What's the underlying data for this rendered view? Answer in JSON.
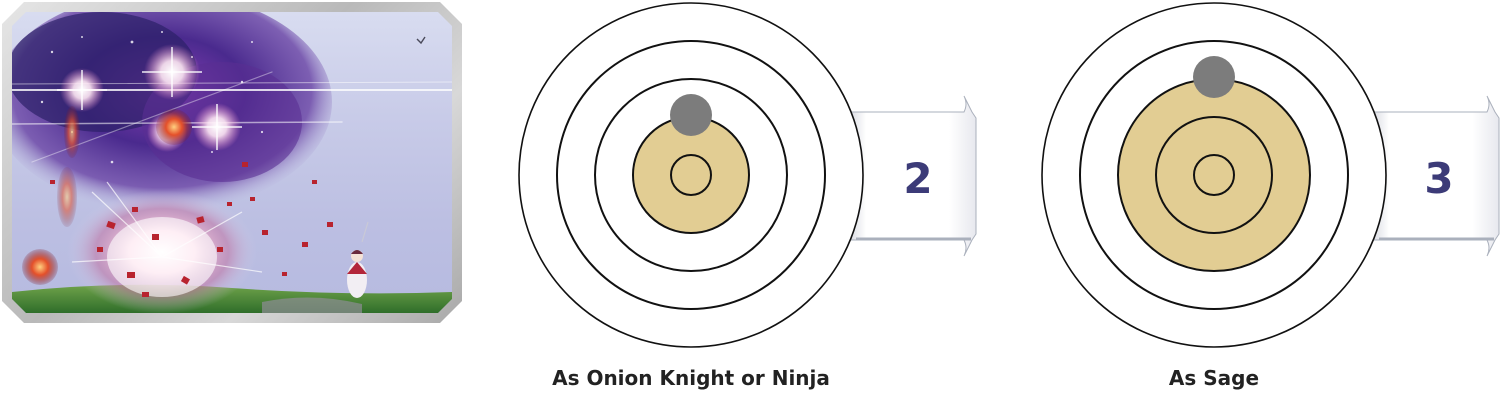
{
  "screenshot": {
    "alt_icon": "battle-explosion-screenshot"
  },
  "targets": [
    {
      "caption": "As Onion Knight or Ninja",
      "number": "2",
      "colors": {
        "fill": "#e2cd93",
        "marker": "#7c7c7c",
        "ring": "#111111"
      }
    },
    {
      "caption": "As Sage",
      "number": "3",
      "colors": {
        "fill": "#e2cd93",
        "marker": "#7c7c7c",
        "ring": "#111111"
      }
    }
  ],
  "colors": {
    "number_text": "#3c3b78",
    "tab_light": "#ffffff",
    "tab_shadow": "#c9ccd6"
  }
}
